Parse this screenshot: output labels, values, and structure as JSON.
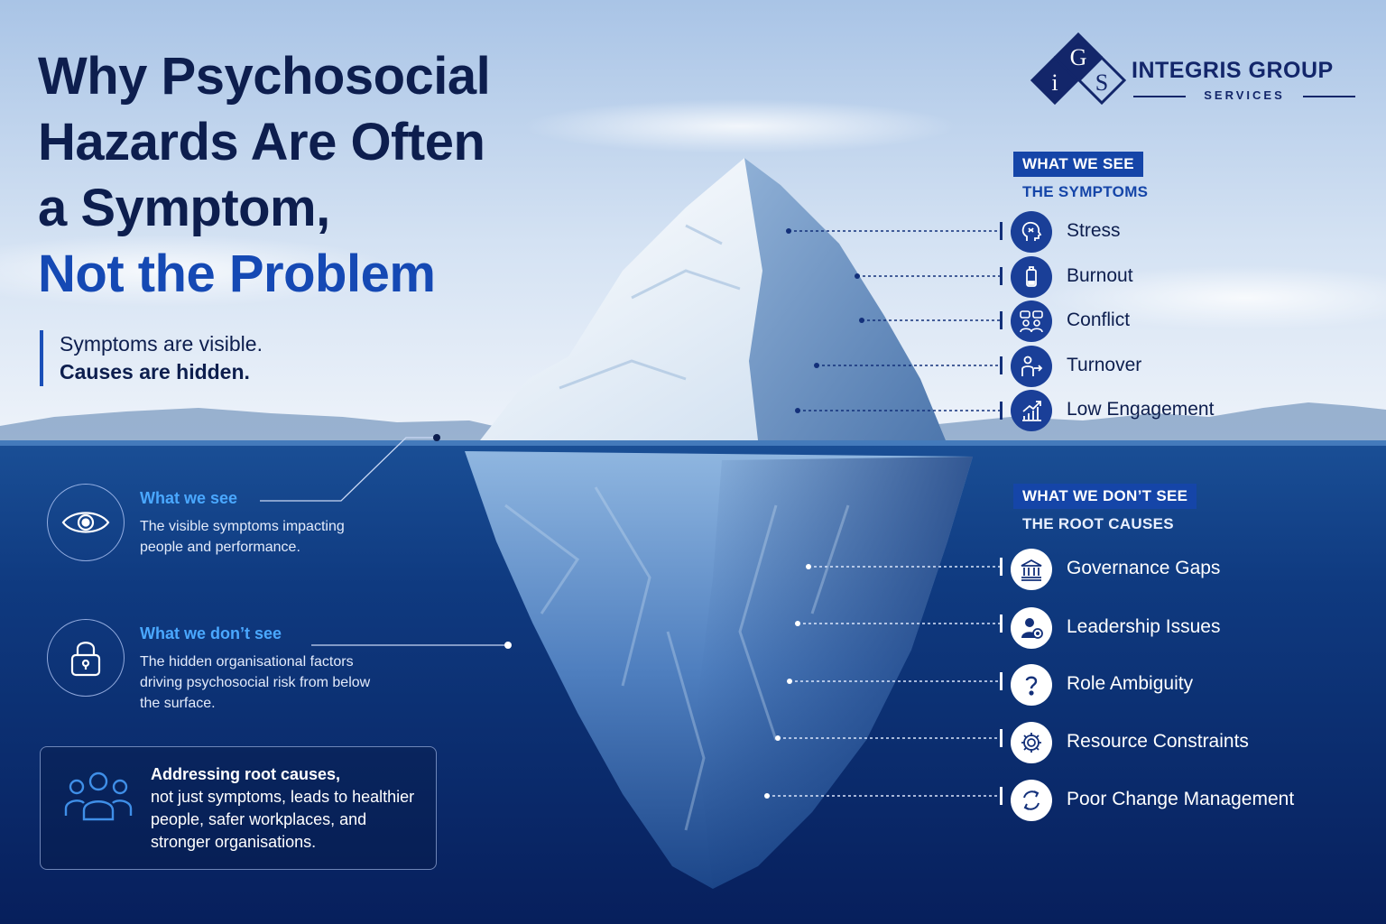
{
  "title": {
    "line1": "Why Psychosocial",
    "line2": "Hazards Are Often",
    "line3": "a Symptom,",
    "line4": "Not the Problem"
  },
  "tagline": {
    "line1": "Symptoms are visible.",
    "line2": "Causes are hidden."
  },
  "logo": {
    "letters": [
      "i",
      "G",
      "S"
    ],
    "name": "INTEGRIS GROUP",
    "sub": "SERVICES"
  },
  "symptoms": {
    "badge": "WHAT WE SEE",
    "subhead": "THE SYMPTOMS",
    "items": [
      {
        "label": "Stress",
        "icon": "head-stress-icon"
      },
      {
        "label": "Burnout",
        "icon": "low-battery-icon"
      },
      {
        "label": "Conflict",
        "icon": "people-conflict-icon"
      },
      {
        "label": "Turnover",
        "icon": "person-exit-icon"
      },
      {
        "label": "Low Engagement",
        "icon": "trend-chart-icon"
      }
    ]
  },
  "causes": {
    "badge": "WHAT WE DON’T SEE",
    "subhead": "THE ROOT CAUSES",
    "items": [
      {
        "label": "Governance Gaps",
        "icon": "institution-icon"
      },
      {
        "label": "Leadership Issues",
        "icon": "leader-icon"
      },
      {
        "label": "Role Ambiguity",
        "icon": "question-icon"
      },
      {
        "label": "Resource Constraints",
        "icon": "gear-icon"
      },
      {
        "label": "Poor Change Management",
        "icon": "cycle-icon"
      }
    ]
  },
  "info_see": {
    "title": "What we see",
    "body": "The visible symptoms impacting people and performance.",
    "icon": "eye-icon"
  },
  "info_hidden": {
    "title": "What we don’t see",
    "body": "The hidden organisational factors driving psychosocial risk from below the surface.",
    "icon": "padlock-icon"
  },
  "callout": {
    "strong": "Addressing root causes,",
    "body": "not just symptoms, leads to healthier people, safer workplaces, and stronger organisations.",
    "icon": "people-group-icon"
  },
  "colors": {
    "navy": "#0d1e4e",
    "brand_blue": "#1549b4",
    "accent_light": "#4aa8ff",
    "deep_water": "#0b2a66"
  }
}
